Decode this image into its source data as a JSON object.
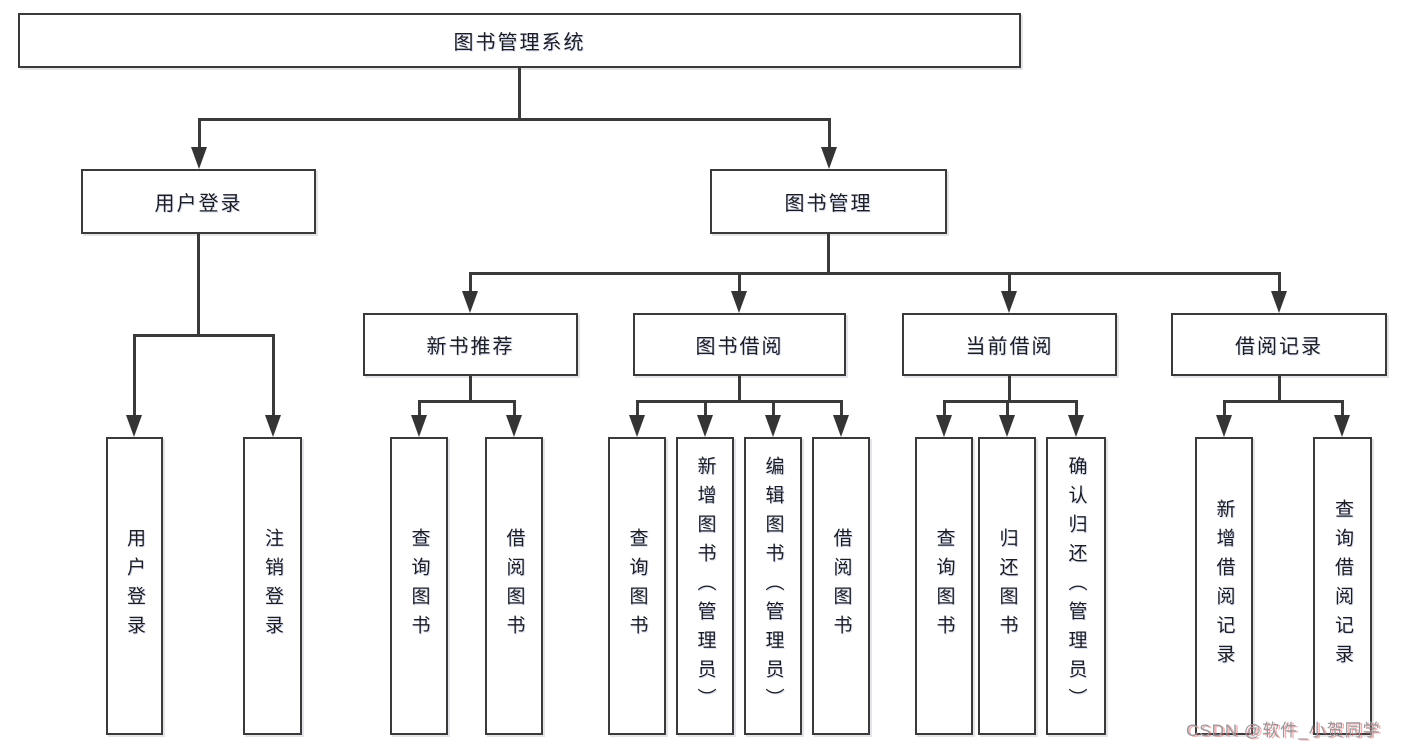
{
  "diagram": {
    "type": "hierarchy-tree",
    "title": "图书管理系统"
  },
  "colors": {
    "background": "#ffffff",
    "line": "#3a3a3a",
    "text": "#1d1d20",
    "watermark": "#98989d"
  },
  "nodes": {
    "root": {
      "label": "图书管理系统"
    },
    "user_login": {
      "label": "用户登录",
      "children": [
        {
          "label": "用户登录"
        },
        {
          "label": "注销登录"
        }
      ]
    },
    "book_mgmt": {
      "label": "图书管理",
      "children": [
        {
          "label": "新书推荐",
          "children": [
            {
              "label": "查询图书"
            },
            {
              "label": "借阅图书"
            }
          ]
        },
        {
          "label": "图书借阅",
          "children": [
            {
              "label": "查询图书"
            },
            {
              "label": "新增图书（管理员）"
            },
            {
              "label": "编辑图书（管理员）"
            },
            {
              "label": "借阅图书"
            }
          ]
        },
        {
          "label": "当前借阅",
          "children": [
            {
              "label": "查询图书"
            },
            {
              "label": "归还图书"
            },
            {
              "label": "确认归还（管理员）"
            }
          ]
        },
        {
          "label": "借阅记录",
          "children": [
            {
              "label": "新增借阅记录"
            },
            {
              "label": "查询借阅记录"
            }
          ]
        }
      ]
    }
  },
  "watermark": {
    "text": "CSDN @软件_小贺同学"
  }
}
